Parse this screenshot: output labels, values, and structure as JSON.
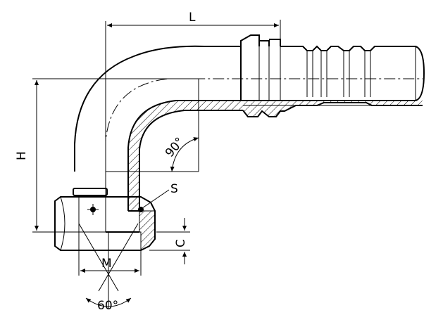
{
  "labels": {
    "L": "L",
    "H": "H",
    "S": "S",
    "C": "C",
    "M": "M",
    "bend_angle": "90°",
    "cone_angle": "60°"
  },
  "colors": {
    "line": "#000000",
    "background": "#ffffff"
  }
}
